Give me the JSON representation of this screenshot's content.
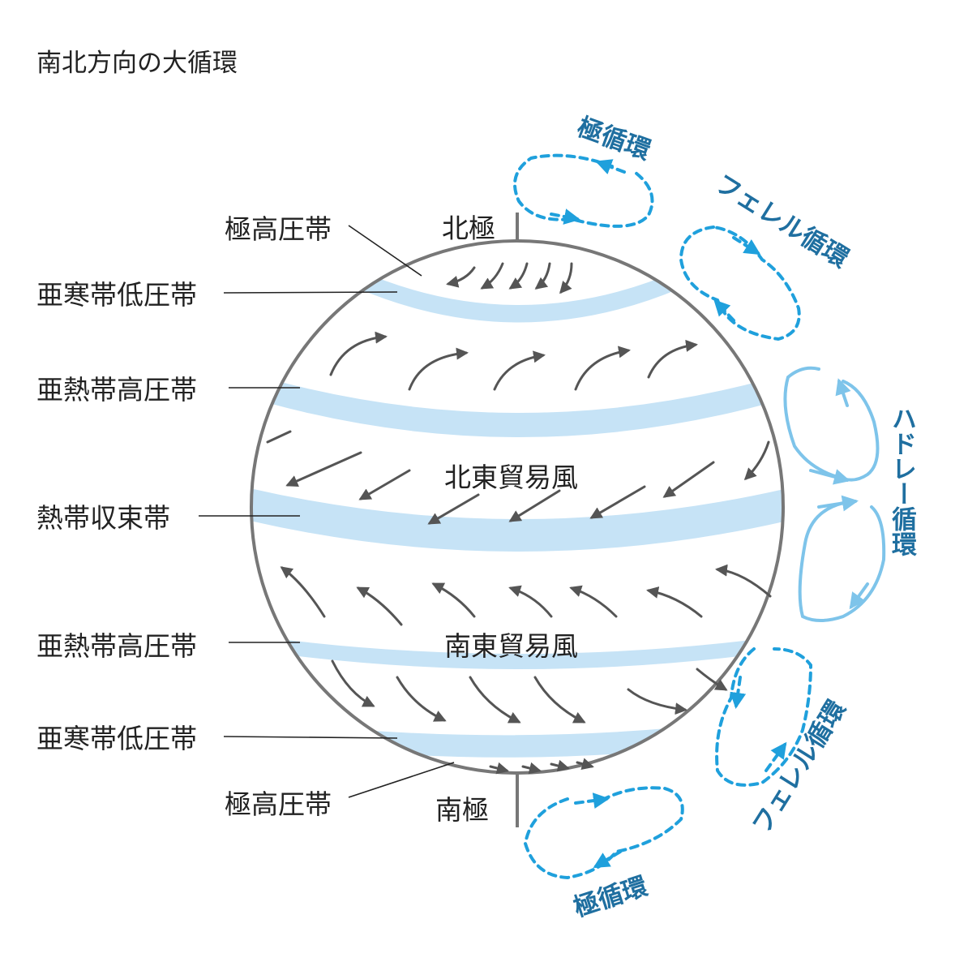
{
  "title": "南北方向の大循環",
  "poles": {
    "north": "北極",
    "south": "南極"
  },
  "left_labels": {
    "polar_high_north": "極高圧帯",
    "subpolar_low_north": "亜寒帯低圧帯",
    "subtropical_high_north": "亜熱帯高圧帯",
    "itcz": "熱帯収束帯",
    "subtropical_high_south": "亜熱帯高圧帯",
    "subpolar_low_south": "亜寒帯低圧帯",
    "polar_high_south": "極高圧帯"
  },
  "winds": {
    "northeast_trade": "北東貿易風",
    "southeast_trade": "南東貿易風"
  },
  "cells": {
    "polar_north": "極循環",
    "ferrel_north": "フェレル循環",
    "hadley": "ハドレー循環",
    "ferrel_south": "フェレル循環",
    "polar_south": "極循環"
  },
  "colors": {
    "band": "#c6e3f6",
    "dashed_cell": "#1fa0dc",
    "hadley_cell": "#7ec4ea",
    "cell_label": "#1f6fa0",
    "globe_outline": "#777777",
    "wind_arrow": "#555555"
  }
}
